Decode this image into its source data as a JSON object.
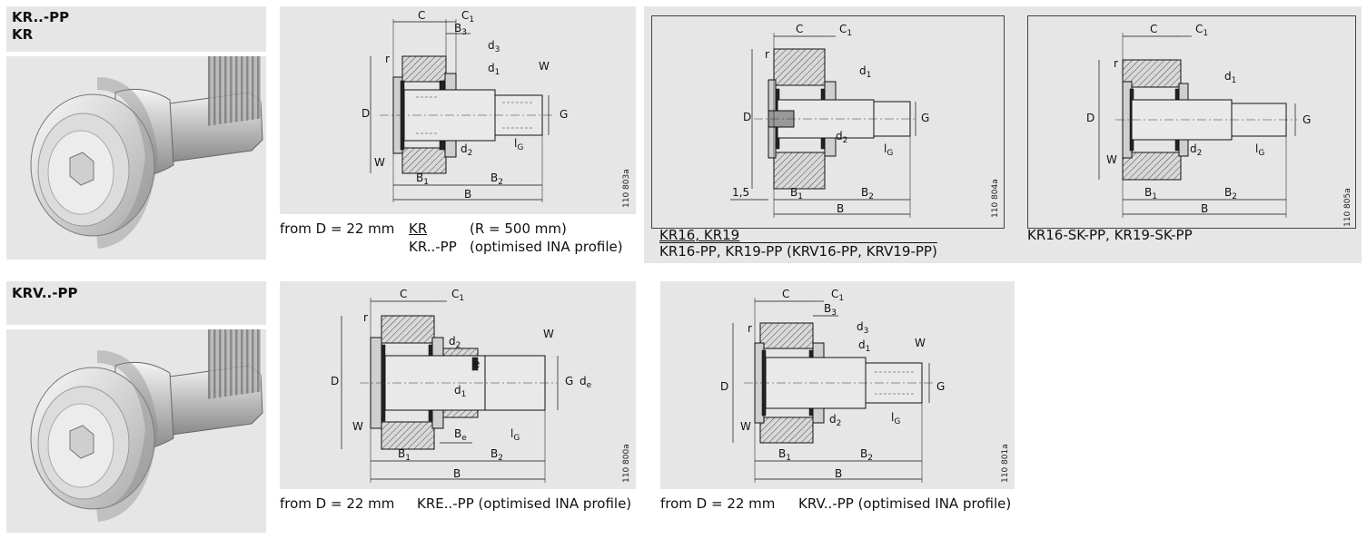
{
  "sections": [
    {
      "title_line1": "KR..-PP",
      "title_line2": "KR"
    },
    {
      "title_line1": "KRV..-PP"
    }
  ],
  "diagrams": {
    "kr_pp": {
      "caption_left": "from D = 22 mm",
      "caption_upper_type": "KR",
      "caption_upper_note": "(R = 500 mm)",
      "caption_lower_type": "KR..-PP",
      "caption_lower_note": "(optimised INA profile)",
      "drawing_no": "110 803a"
    },
    "kr16": {
      "caption_line1": "KR16, KR19",
      "caption_line2": "KR16-PP, KR19-PP (KRV16-PP, KRV19-PP)",
      "drawing_no": "110 804a",
      "dim_offset": "1,5"
    },
    "kr16_sk": {
      "caption": "KR16-SK-PP, KR19-SK-PP",
      "drawing_no": "110 805a"
    },
    "kre_pp": {
      "caption_left": "from D = 22 mm",
      "caption_right": "KRE..-PP (optimised INA profile)",
      "drawing_no": "110 800a"
    },
    "krv_pp": {
      "caption_left": "from D = 22 mm",
      "caption_right": "KRV..-PP (optimised INA profile)",
      "drawing_no": "110 801a"
    }
  },
  "dimension_labels": {
    "C": "C",
    "C1": "C",
    "B": "B",
    "B1": "B",
    "B2": "B",
    "B3": "B",
    "Be": "B",
    "D": "D",
    "G": "G",
    "W": "W",
    "r": "r",
    "d1": "d",
    "d2": "d",
    "d3": "d",
    "de": "d",
    "e": "e",
    "lG": "l",
    "sub_1": "1",
    "sub_2": "2",
    "sub_3": "3",
    "sub_e": "e",
    "sub_G": "G"
  }
}
